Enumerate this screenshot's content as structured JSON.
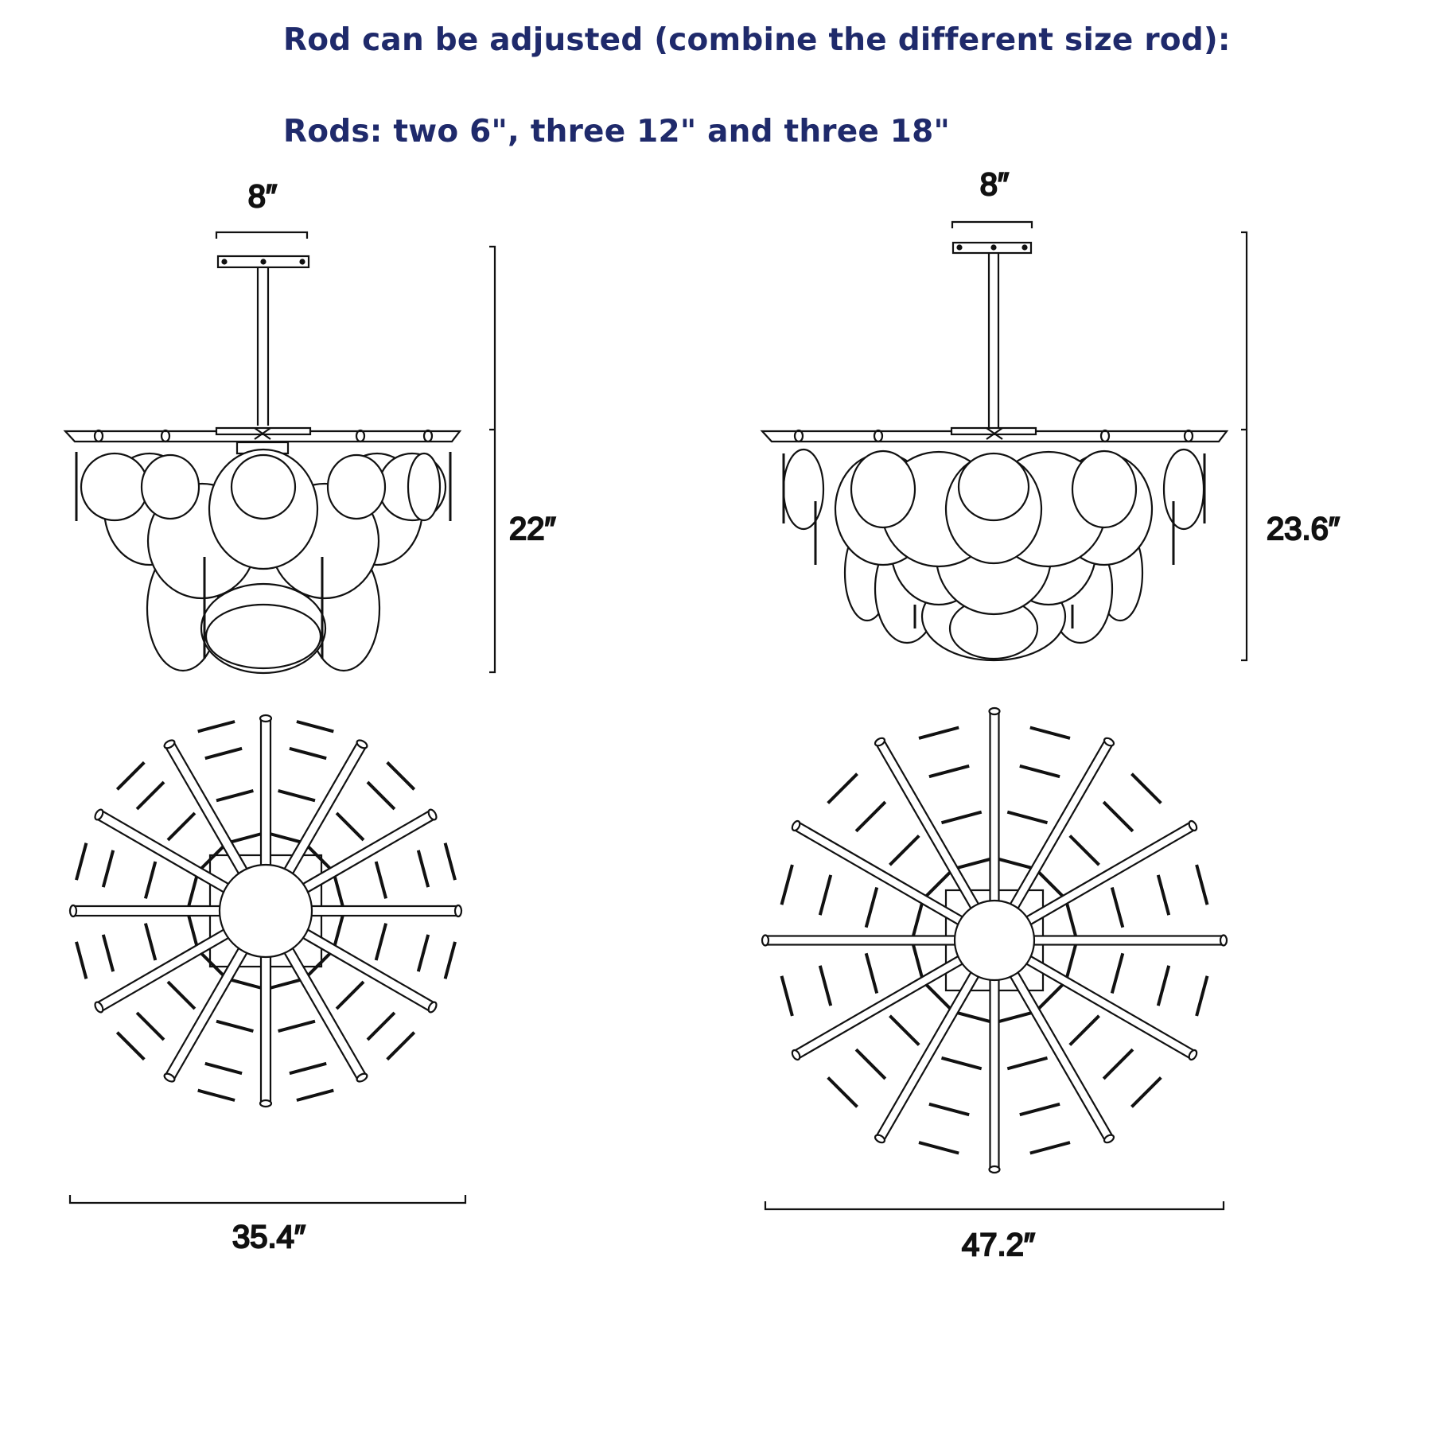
{
  "headings": {
    "line1": "Rod can be adjusted (combine the different size rod):",
    "line2": "Rods: two 6\", three 12\" and three 18\""
  },
  "colors": {
    "heading": "#1f2a6b",
    "line": "#111111"
  },
  "small_fixture": {
    "canopy_width": "8″",
    "height": "22″",
    "diameter": "35.4″"
  },
  "large_fixture": {
    "canopy_width": "8″",
    "height": "23.6″",
    "diameter": "47.2″"
  }
}
